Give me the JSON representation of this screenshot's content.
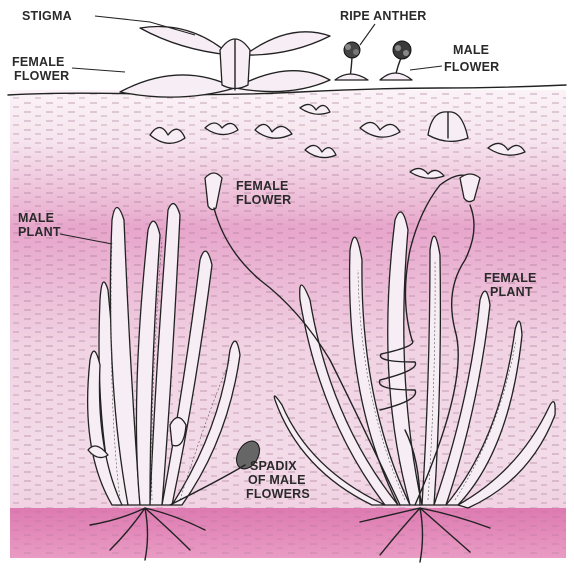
{
  "labels": {
    "stigma": "STIGMA",
    "ripe_anther": "RIPE ANTHER",
    "female_flower_top_l1": "FEMALE",
    "female_flower_top_l2": "FLOWER",
    "male_flower_l1": "MALE",
    "male_flower_l2": "FLOWER",
    "female_flower_mid_l1": "FEMALE",
    "female_flower_mid_l2": "FLOWER",
    "male_plant_l1": "MALE",
    "male_plant_l2": "PLANT",
    "female_plant_l1": "FEMALE",
    "female_plant_l2": "PLANT",
    "spadix_l1": "SPADIX",
    "spadix_l2": "OF MALE",
    "spadix_l3": "FLOWERS"
  },
  "colors": {
    "water_surface": "#f7eef3",
    "water_deep": "#e3a3c8",
    "sediment": "#d86aa8",
    "outline": "#222222"
  }
}
